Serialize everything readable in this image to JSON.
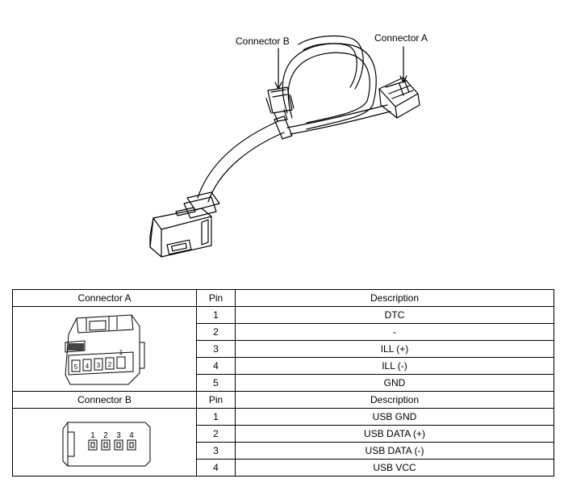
{
  "callouts": {
    "connector_a": "Connector A",
    "connector_b": "Connector B"
  },
  "table": {
    "section_a": {
      "header": {
        "connector": "Connector A",
        "pin": "Pin",
        "description": "Description"
      },
      "pin_labels": [
        "5",
        "4",
        "3",
        "2",
        "1"
      ],
      "rows": [
        {
          "pin": "1",
          "description": "DTC"
        },
        {
          "pin": "2",
          "description": "-"
        },
        {
          "pin": "3",
          "description": "ILL (+)"
        },
        {
          "pin": "4",
          "description": "ILL (-)"
        },
        {
          "pin": "5",
          "description": "GND"
        }
      ]
    },
    "section_b": {
      "header": {
        "connector": "Connector B",
        "pin": "Pin",
        "description": "Description"
      },
      "pin_labels": [
        "1",
        "2",
        "3",
        "4"
      ],
      "rows": [
        {
          "pin": "1",
          "description": "USB GND"
        },
        {
          "pin": "2",
          "description": "USB DATA (+)"
        },
        {
          "pin": "3",
          "description": "USB DATA (-)"
        },
        {
          "pin": "4",
          "description": "USB VCC"
        }
      ]
    }
  }
}
